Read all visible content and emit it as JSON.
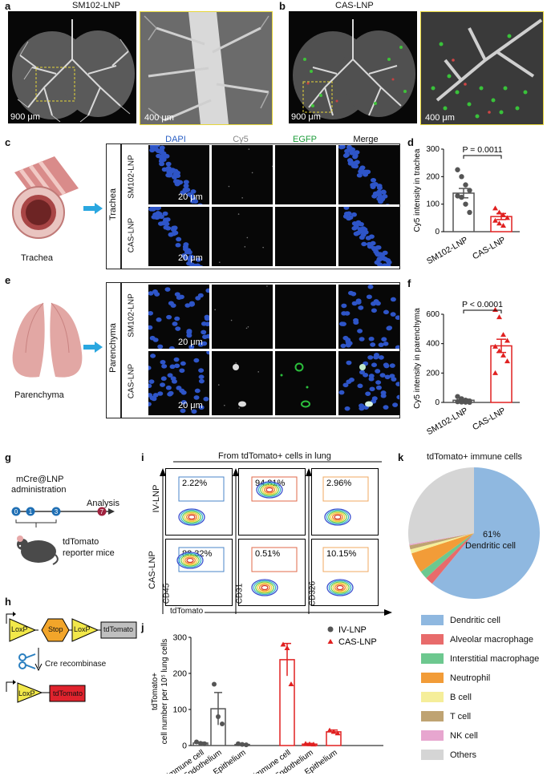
{
  "panels": {
    "a": {
      "letter": "a",
      "title": "SM102-LNP",
      "scale_left": "900 μm",
      "scale_zoom": "400 μm"
    },
    "b": {
      "letter": "b",
      "title": "CAS-LNP",
      "scale_left": "900 μm",
      "scale_zoom": "400 μm"
    },
    "c": {
      "letter": "c",
      "organ": "Trachea",
      "section": "Trachea",
      "scale": "20 μm"
    },
    "e": {
      "letter": "e",
      "organ": "Parenchyma",
      "section": "Parenchyma",
      "scale": "20 μm"
    },
    "channels": [
      "DAPI",
      "Cy5",
      "EGFP",
      "Merge"
    ],
    "channel_colors": [
      "#2a5fc4",
      "#888888",
      "#1d9c3a",
      "#111111"
    ],
    "rows": [
      "SM102-LNP",
      "CAS-LNP"
    ],
    "g": {
      "letter": "g",
      "treatment": "mCre@LNP",
      "treatment2": "administration",
      "analysis": "Analysis",
      "days": [
        "0",
        "1",
        "3",
        "7"
      ],
      "mice": "tdTomato",
      "mice2": "reporter mice"
    },
    "h": {
      "letter": "h",
      "loxp": "LoxP",
      "stop": "Stop",
      "td": "tdTomato",
      "cre": "Cre recombinase"
    },
    "i": {
      "letter": "i",
      "header": "From tdTomato+ cells in lung",
      "rows": [
        "IV-LNP",
        "CAS-LNP"
      ],
      "ylabels": [
        "CD45",
        "CD31",
        "CD326"
      ],
      "xlabel": "tdTomato",
      "gates": [
        [
          "2.22%",
          "94.81%",
          "2.96%"
        ],
        [
          "88.32%",
          "0.51%",
          "10.15%"
        ]
      ]
    },
    "k": {
      "letter": "k",
      "title": "tdTomato+ immune cells",
      "center_pct": "61%",
      "center_label": "Dendritic cell"
    }
  },
  "chart_data": [
    {
      "panel": "d",
      "type": "bar",
      "ylabel": "Cy5 intensity in trachea",
      "categories": [
        "SM102-LNP",
        "CAS-LNP"
      ],
      "values": [
        140,
        55
      ],
      "sem": [
        17,
        11
      ],
      "points": [
        [
          225,
          200,
          170,
          150,
          130,
          125,
          100,
          70
        ],
        [
          85,
          70,
          60,
          50,
          40,
          30,
          22
        ]
      ],
      "colors": [
        "#555555",
        "#e02020"
      ],
      "ylim": [
        0,
        300
      ],
      "yticks": [
        0,
        100,
        200,
        300
      ],
      "pvalue": "P = 0.0011"
    },
    {
      "panel": "f",
      "type": "bar",
      "ylabel": "Cy5 intensity in parenchyma",
      "categories": [
        "SM102-LNP",
        "CAS-LNP"
      ],
      "values": [
        15,
        385
      ],
      "sem": [
        8,
        45
      ],
      "points": [
        [
          40,
          25,
          15,
          10,
          5,
          3,
          2,
          1
        ],
        [
          630,
          580,
          460,
          420,
          380,
          350,
          320,
          280,
          200
        ]
      ],
      "colors": [
        "#555555",
        "#e02020"
      ],
      "ylim": [
        0,
        600
      ],
      "yticks": [
        0,
        200,
        400,
        600
      ],
      "pvalue": "P < 0.0001"
    },
    {
      "panel": "j",
      "type": "bar",
      "ylabel": "tdTomato+",
      "ylabel2": "cell number per 10⁵ lung cells",
      "categories": [
        "Immune cell",
        "Endothelium",
        "Epithelium",
        "Immune cell",
        "Endothelium",
        "Epithelium"
      ],
      "series": [
        {
          "name": "IV-LNP",
          "values": [
            7,
            102,
            3
          ],
          "sem": [
            2,
            45,
            2
          ],
          "points": [
            [
              10,
              6,
              5
            ],
            [
              170,
              80,
              60
            ],
            [
              5,
              3,
              2
            ]
          ]
        },
        {
          "name": "CAS-LNP",
          "values": [
            238,
            4,
            38
          ],
          "sem": [
            45,
            2,
            5
          ],
          "points": [
            [
              280,
              270,
              170
            ],
            [
              5,
              4,
              3
            ],
            [
              42,
              38,
              34
            ]
          ]
        }
      ],
      "colors": [
        "#555555",
        "#e02020"
      ],
      "ylim": [
        0,
        300
      ],
      "yticks": [
        0,
        100,
        200,
        300
      ]
    },
    {
      "panel": "k",
      "type": "pie",
      "categories": [
        "Dendritic cell",
        "Alveolar macrophage",
        "Interstitial macrophage",
        "Neutrophil",
        "B cell",
        "T cell",
        "NK cell",
        "Others"
      ],
      "values": [
        61,
        2,
        2,
        5,
        1,
        1,
        0.3,
        27.7
      ],
      "colors": [
        "#8fb8e0",
        "#e86b6b",
        "#6dc88f",
        "#f29c38",
        "#f5ee9a",
        "#bfa372",
        "#e7a6cf",
        "#d5d5d5"
      ]
    }
  ]
}
